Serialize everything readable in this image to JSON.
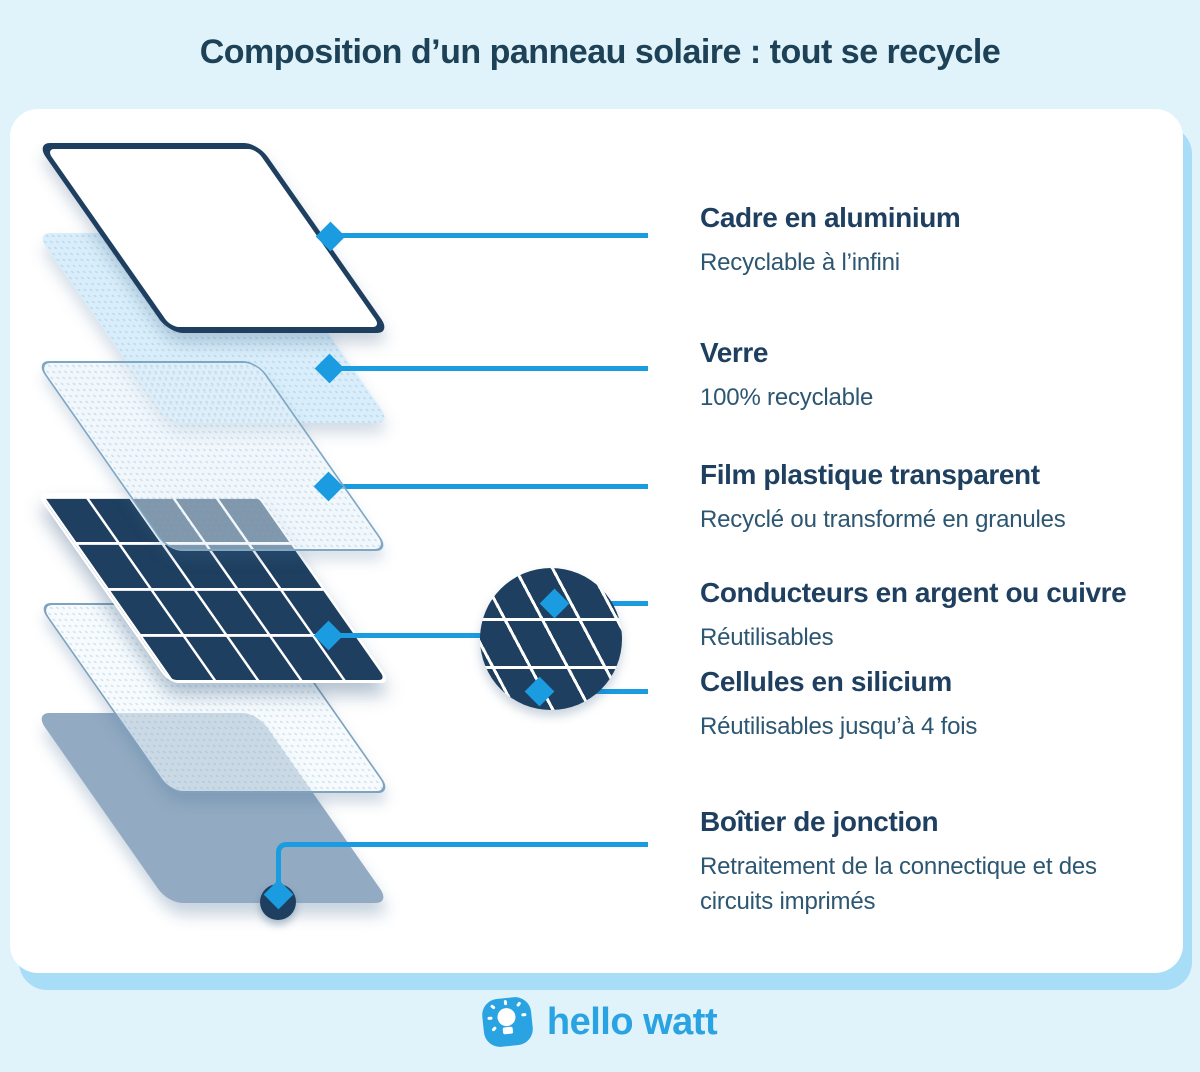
{
  "title": "Composition d’un panneau solaire : tout se recycle",
  "labels": [
    {
      "heading": "Cadre en aluminium",
      "sub": "Recyclable à l’infini"
    },
    {
      "heading": "Verre",
      "sub": "100% recyclable"
    },
    {
      "heading": "Film plastique transparent",
      "sub": "Recyclé ou transformé en granules"
    },
    {
      "heading": "Conducteurs en argent ou cuivre",
      "sub": "Réutilisables"
    },
    {
      "heading": "Cellules en silicium",
      "sub": "Réutilisables jusqu’à 4 fois"
    },
    {
      "heading": "Boîtier de jonction",
      "sub": "Retraitement de la connectique et des circuits imprimés"
    }
  ],
  "logo": {
    "text": "hello watt",
    "icon": "lightbulb-icon"
  },
  "colors": {
    "accent_blue": "#1b9ce1",
    "navy": "#1e3f5f",
    "title_navy": "#1d4156",
    "sub_navy": "#2c5671",
    "page_bg": "#e0f3fb",
    "card_shadow": "#a7ddf6",
    "glass_blue": "#d9eefa",
    "backsheet_gray": "#92abc2",
    "logo_blue": "#2aa3e3"
  }
}
